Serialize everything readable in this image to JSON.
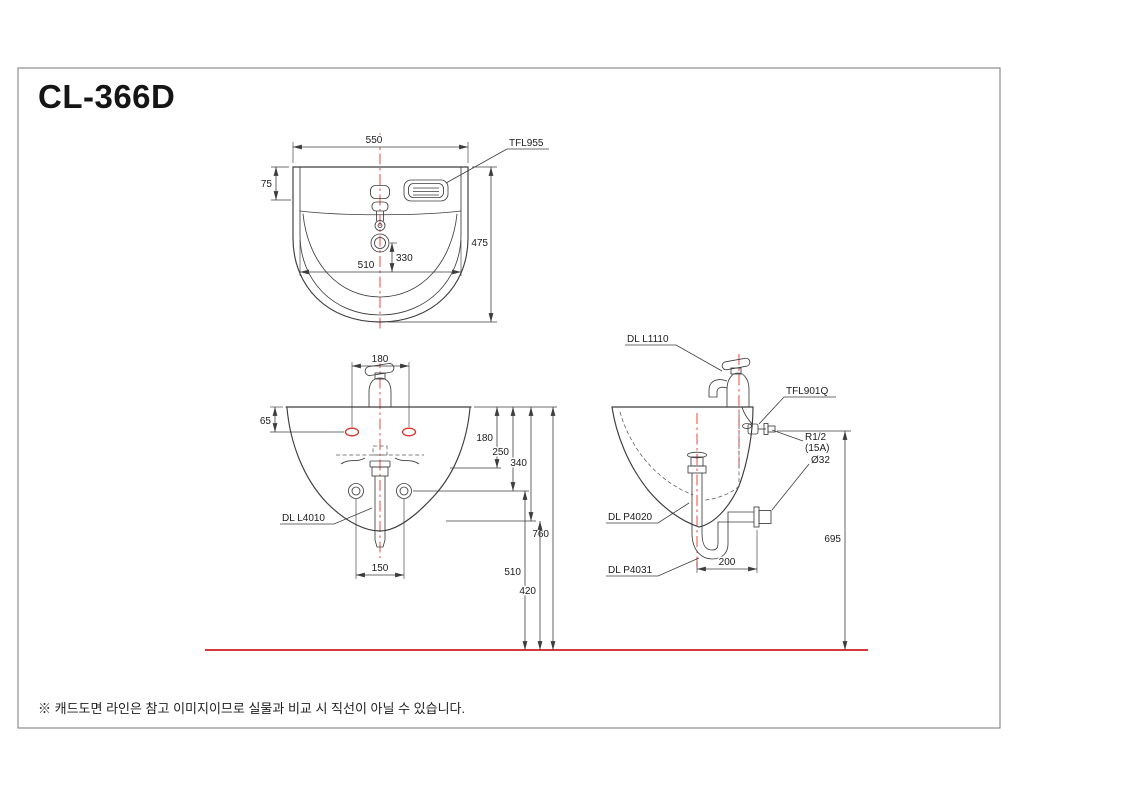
{
  "page": {
    "title": "CL-366D",
    "footnote": "※ 캐드도면 라인은 참고 이미지이므로 실물과 비교 시 직선이 아닐 수 있습니다."
  },
  "colors": {
    "line": "#3d3d3d",
    "centerline": "#ee342a",
    "floor": "#d01d1d",
    "hole": "#e0312a"
  },
  "top": {
    "dim_width": "550",
    "dim_back_offset": "75",
    "dim_depth": "475",
    "dim_inner_width": "510",
    "dim_drain": "330",
    "label_soap_dish": "TFL955"
  },
  "front": {
    "dim_faucet_span": "180",
    "dim_hole_drop": "65",
    "dim_drain_drop": "180",
    "dim_250": "250",
    "dim_340": "340",
    "dim_rim_height": "760",
    "dim_510": "510",
    "dim_420": "420",
    "dim_bolt_span": "150",
    "label_drain": "DL L4010"
  },
  "side": {
    "label_faucet": "DL L1110",
    "label_valve": "TFL901Q",
    "label_supply": "R1/2",
    "label_supply2": "(15A)",
    "label_pipe_dia": "Ø32",
    "label_popup": "DL P4020",
    "label_trap": "DL P4031",
    "dim_trap_offset": "200",
    "dim_supply_height": "695"
  }
}
